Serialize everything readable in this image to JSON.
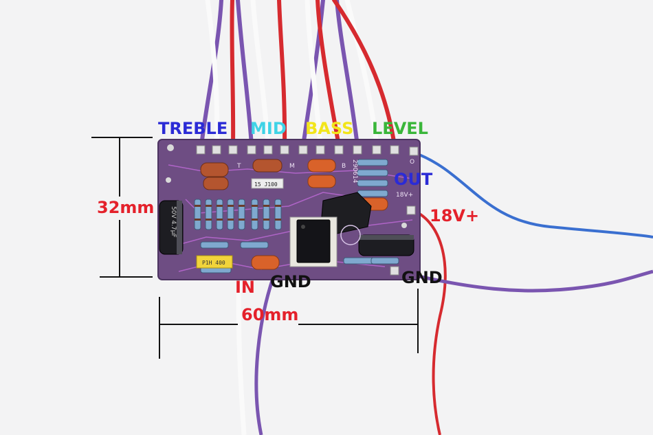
{
  "labels": {
    "treble": "TREBLE",
    "mid": "MID",
    "bass": "BASS",
    "level": "LEVEL",
    "out": "OUT",
    "power": "18V+",
    "height": "32mm",
    "input": "IN",
    "gnd_input": "GND",
    "gnd_output": "GND",
    "width": "60mm"
  },
  "board_text": {
    "pcb_code": "290614",
    "pcb_power_mark": "18V+",
    "pot_mark_t": "T",
    "pot_mark_m": "M",
    "pot_mark_b": "B",
    "pot_mark_o": "O",
    "electrolytic_marking": "50V 4.7μF",
    "film_cap_marking": "15 J100",
    "yellow_cap_marking": "P1H 400"
  },
  "colors": {
    "background": "#f3f3f4",
    "pcb": "#6e4d83",
    "wire_purple": "#7a55b0",
    "wire_red": "#d62a2f",
    "wire_white": "#f7f7f7",
    "wire_blue": "#3a6fd0",
    "label_blue": "#2b2bd6",
    "label_cyan": "#3fd3e6",
    "label_yellow": "#f2e51c",
    "label_green": "#3ab63a",
    "label_red": "#e4212b",
    "label_black": "#111111"
  }
}
